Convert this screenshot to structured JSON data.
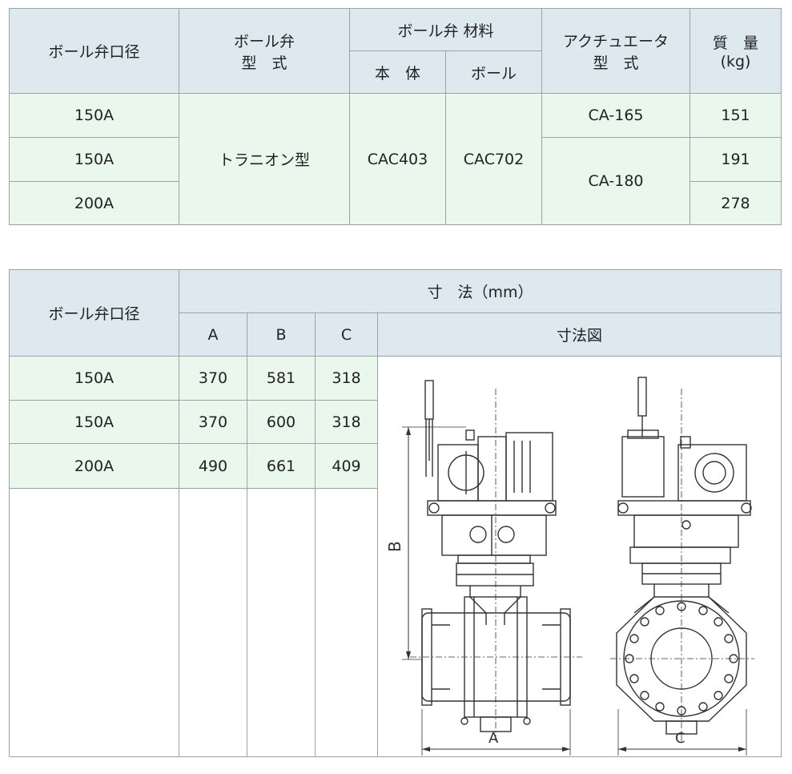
{
  "spec_table": {
    "headers": {
      "bore": "ボール弁口径",
      "valve_type": [
        "ボール弁",
        "型　式"
      ],
      "material": "ボール弁 材料",
      "material_body": "本　体",
      "material_ball": "ボール",
      "actuator_type": [
        "アクチュエータ",
        "型　式"
      ],
      "mass": [
        "質　量",
        "(kg)"
      ]
    },
    "rows": [
      {
        "bore": "150A",
        "mass": "151"
      },
      {
        "bore": "150A",
        "mass": "191"
      },
      {
        "bore": "200A",
        "mass": "278"
      }
    ],
    "valve_type": "トラニオン型",
    "body_material": "CAC403",
    "ball_material": "CAC702",
    "actuators": [
      "CA-165",
      "CA-180"
    ]
  },
  "dim_table": {
    "headers": {
      "bore": "ボール弁口径",
      "dimensions": "寸　法（mm）",
      "a": "A",
      "b": "B",
      "c": "C",
      "drawing": "寸法図"
    },
    "rows": [
      {
        "bore": "150A",
        "a": "370",
        "b": "581",
        "c": "318"
      },
      {
        "bore": "150A",
        "a": "370",
        "b": "600",
        "c": "318"
      },
      {
        "bore": "200A",
        "a": "490",
        "b": "661",
        "c": "409"
      }
    ],
    "drawing_labels": {
      "a": "A",
      "b": "B",
      "c": "C"
    }
  }
}
